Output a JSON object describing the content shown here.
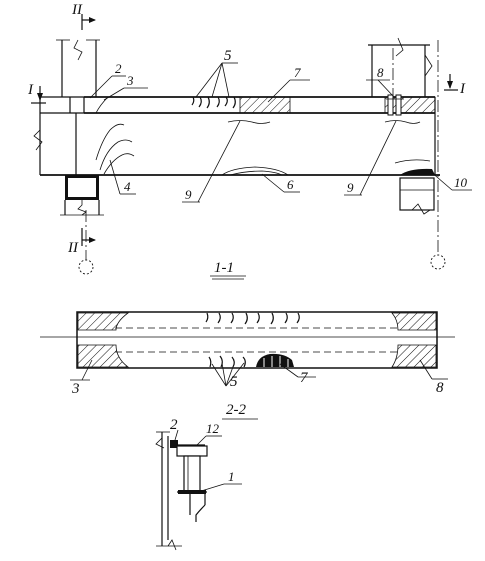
{
  "section_marks": {
    "section_1": "I",
    "section_2": "II"
  },
  "view_labels": {
    "view_1_1": "1-1",
    "view_2_2": "2-2"
  },
  "callouts": {
    "c1": "1",
    "c2": "2",
    "c3": "3",
    "c4": "4",
    "c5": "5",
    "c6": "6",
    "c7": "7",
    "c8": "8",
    "c9": "9",
    "c10": "10",
    "c12": "12"
  }
}
